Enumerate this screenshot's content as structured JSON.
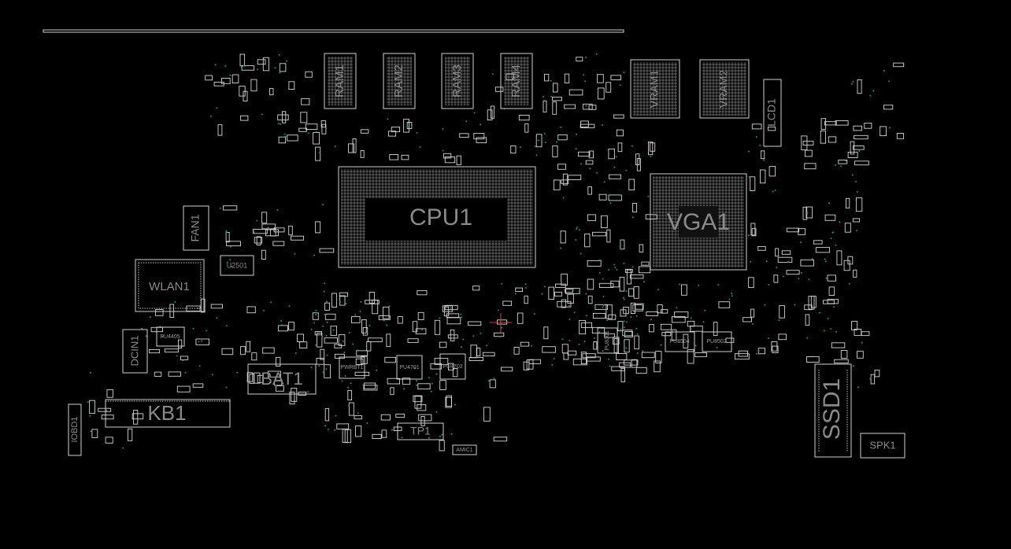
{
  "board": {
    "components": {
      "ram1": "RAM1",
      "ram2": "RAM2",
      "ram3": "RAM3",
      "ram4": "RAM4",
      "vram1": "VRAM1",
      "vram2": "VRAM2",
      "lcd1": "LCD1",
      "cpu1": "CPU1",
      "vga1": "VGA1",
      "fan1": "FAN1",
      "wlan1": "WLAN1",
      "u2501": "U2501",
      "dcin1": "DCIN1",
      "pu4405": "PU4405",
      "bat1": "BAT1",
      "kb1": "KB1",
      "iobd1": "IOBD1",
      "pwrbt1": "PWRBT1",
      "pu4701": "PU4701",
      "pu4702": "PU4702",
      "tp1": "TP1",
      "amic1": "AMIC1",
      "pu8301": "PU8301",
      "pu8504": "PU8504",
      "pu8502": "PU8502",
      "ssd1": "SSD1",
      "spk1": "SPK1"
    },
    "colors": {
      "background": "#000000",
      "outline": "#cfcfcf",
      "label": "#8a8a8a",
      "testpoint": "#1e8f86"
    }
  }
}
